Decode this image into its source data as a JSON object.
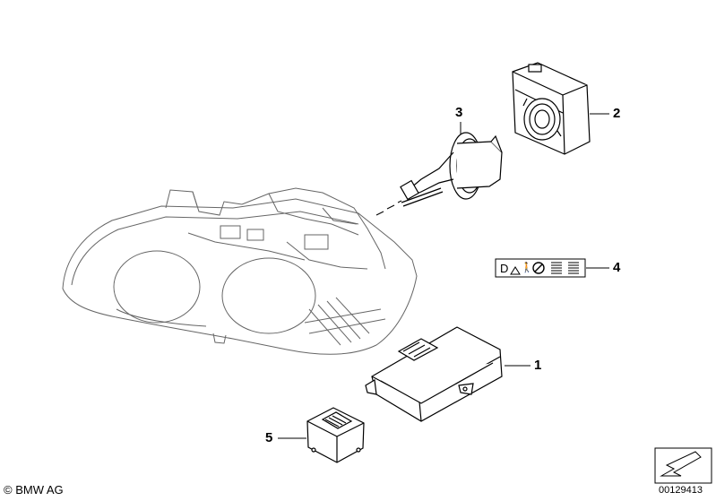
{
  "callouts": {
    "c1": "1",
    "c2": "2",
    "c3": "3",
    "c4": "4",
    "c5": "5"
  },
  "label_symbols": {
    "d_symbol": "D",
    "person_symbol": "🚶"
  },
  "footer": {
    "copyright": "© BMW AG",
    "document_number": "00129413"
  },
  "colors": {
    "line": "#000000",
    "headlight_line": "#555555",
    "background": "#ffffff"
  }
}
